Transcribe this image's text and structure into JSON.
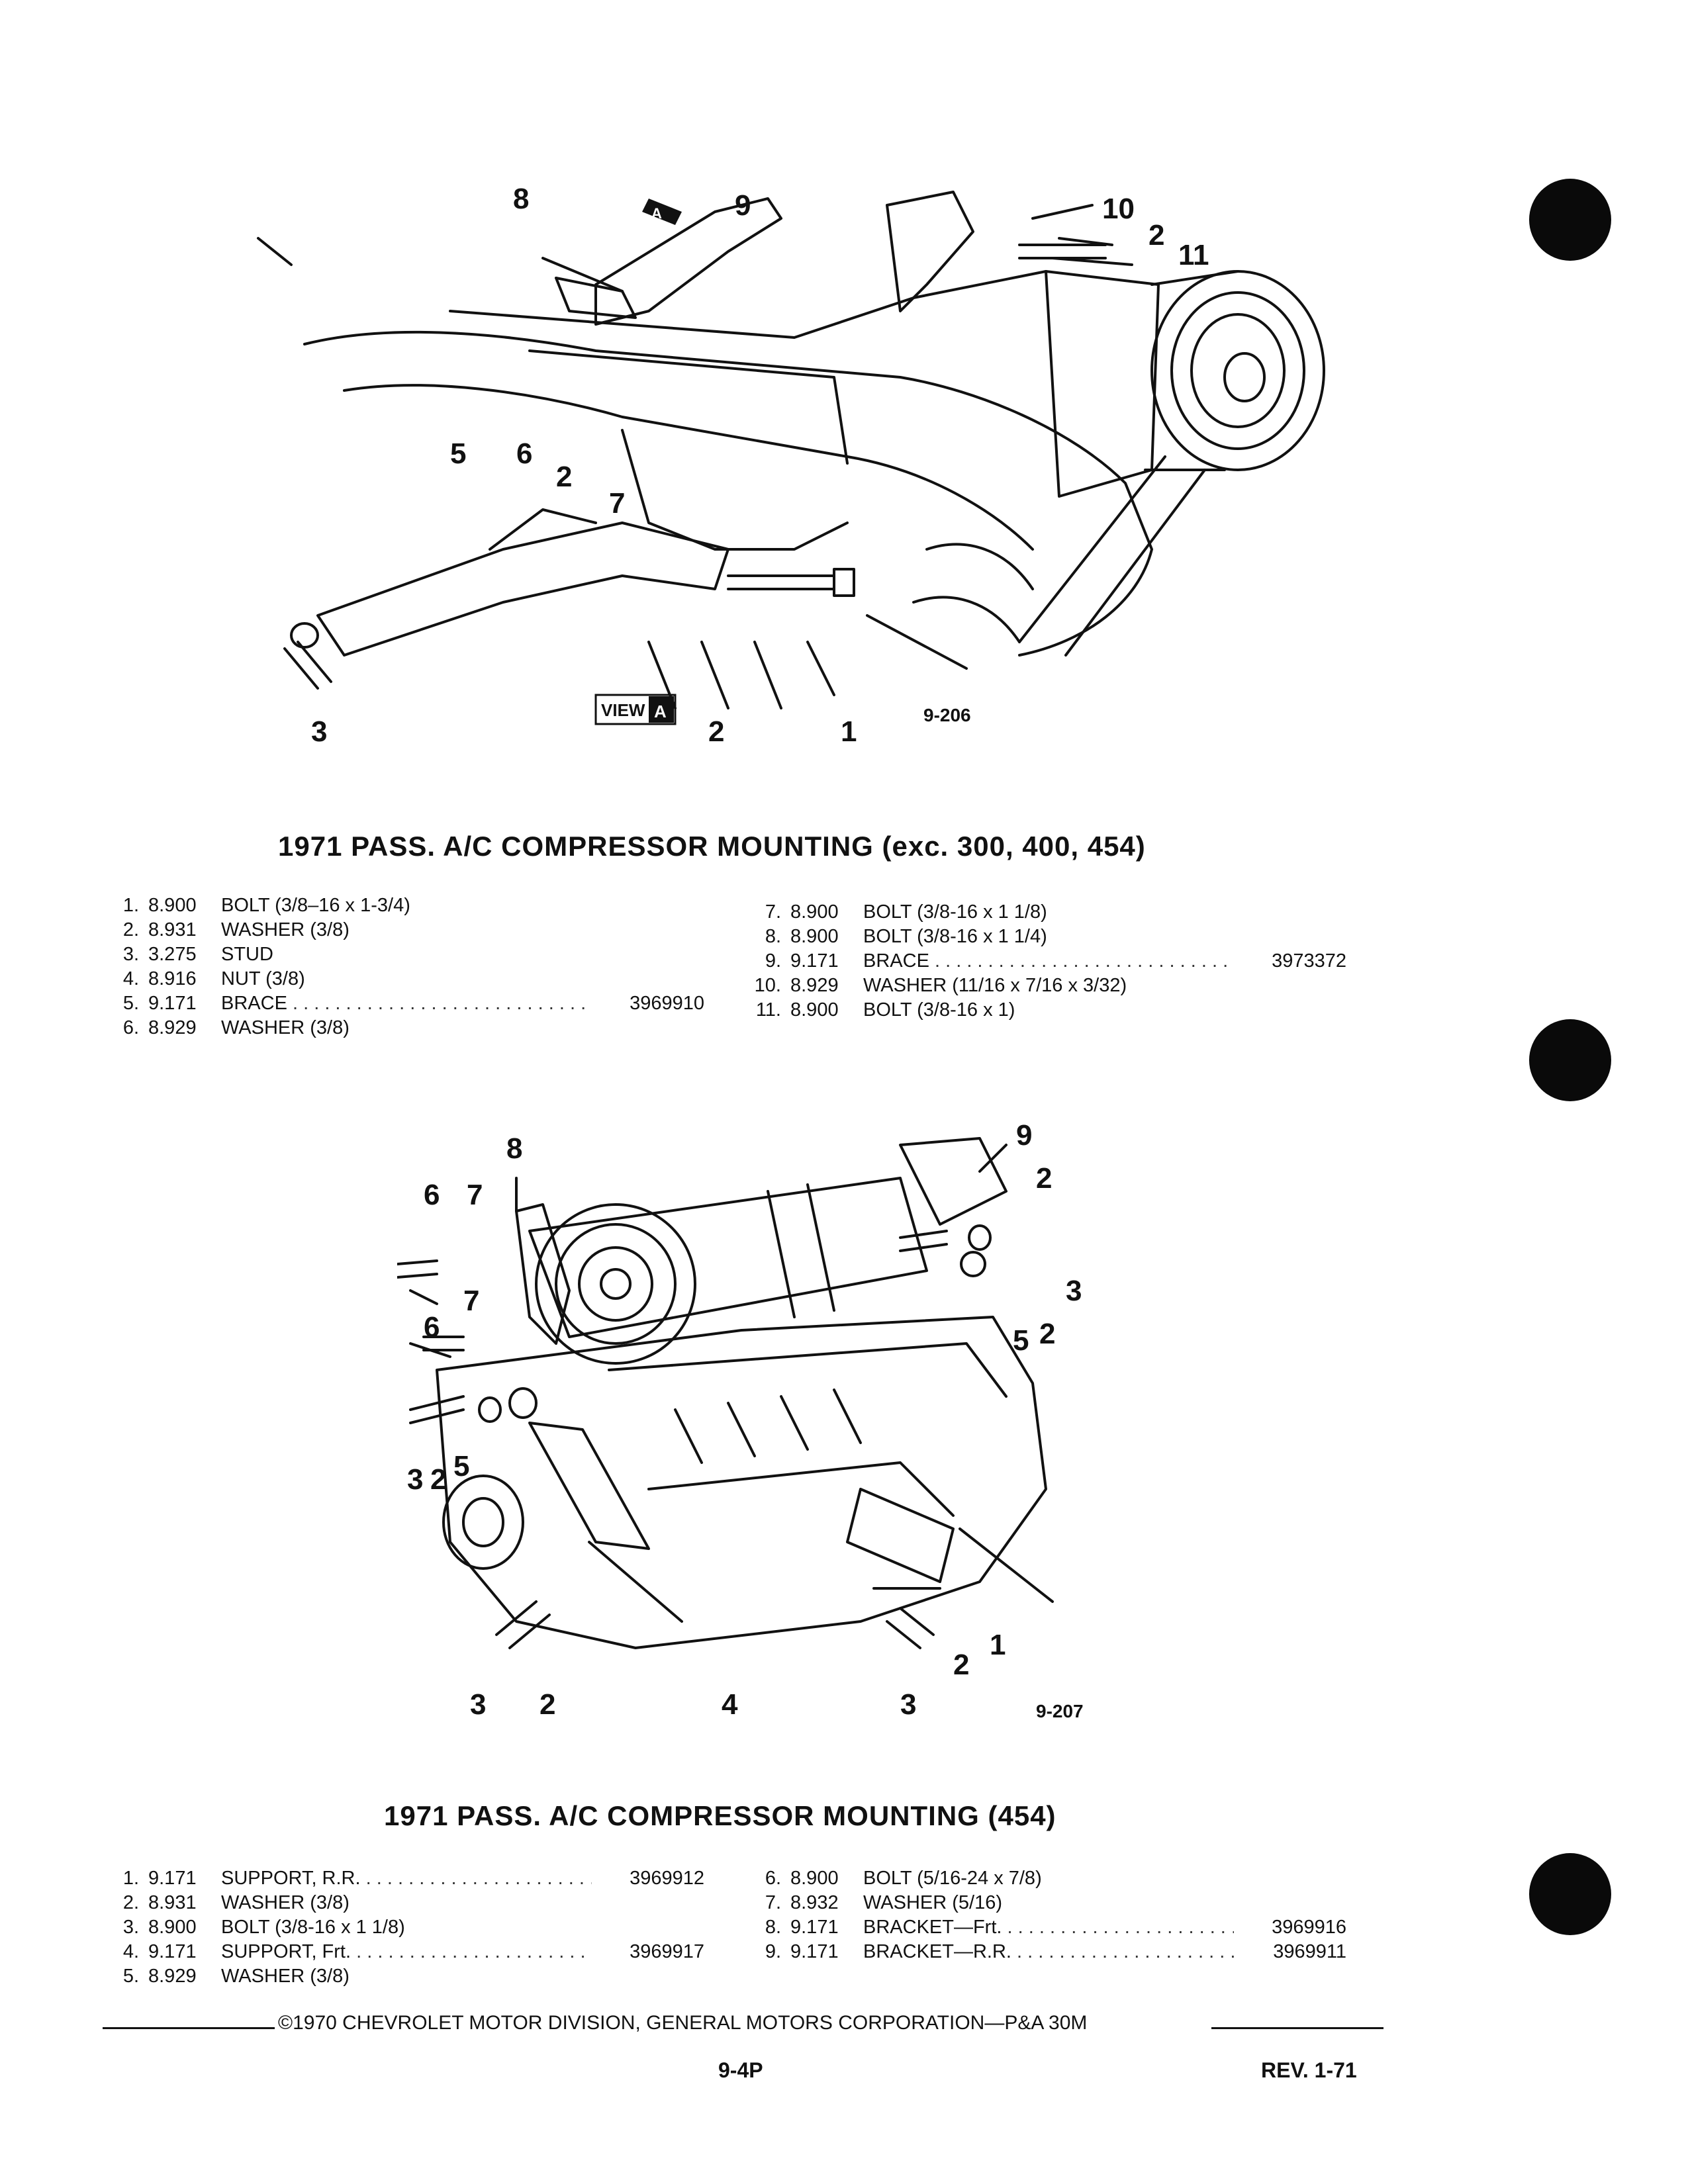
{
  "figure1": {
    "id": "9-206",
    "view_tag": "VIEW",
    "view_letter": "A",
    "arrow_letter": "A",
    "callouts": [
      "8",
      "9",
      "10",
      "2",
      "11",
      "5",
      "6",
      "2",
      "7",
      "3",
      "2",
      "1"
    ]
  },
  "section1": {
    "title": "1971 PASS. A/C COMPRESSOR MOUNTING (exc. 300, 400, 454)",
    "left": [
      {
        "num": "1.",
        "code": "8.900",
        "desc": "BOLT (3/8–16 x 1-3/4)",
        "part": ""
      },
      {
        "num": "2.",
        "code": "8.931",
        "desc": "WASHER (3/8)",
        "part": ""
      },
      {
        "num": "3.",
        "code": "3.275",
        "desc": "STUD",
        "part": ""
      },
      {
        "num": "4.",
        "code": "8.916",
        "desc": "NUT (3/8)",
        "part": ""
      },
      {
        "num": "5.",
        "code": "9.171",
        "desc": "BRACE",
        "part": "3969910"
      },
      {
        "num": "6.",
        "code": "8.929",
        "desc": "WASHER (3/8)",
        "part": ""
      }
    ],
    "right": [
      {
        "num": "7.",
        "code": "8.900",
        "desc": "BOLT (3/8-16 x 1 1/8)",
        "part": ""
      },
      {
        "num": "8.",
        "code": "8.900",
        "desc": "BOLT (3/8-16 x 1 1/4)",
        "part": ""
      },
      {
        "num": "9.",
        "code": "9.171",
        "desc": "BRACE",
        "part": "3973372"
      },
      {
        "num": "10.",
        "code": "8.929",
        "desc": "WASHER (11/16 x 7/16 x 3/32)",
        "part": ""
      },
      {
        "num": "11.",
        "code": "8.900",
        "desc": "BOLT (3/8-16 x 1)",
        "part": ""
      }
    ]
  },
  "figure2": {
    "id": "9-207",
    "callouts": [
      "8",
      "9",
      "2",
      "6",
      "7",
      "7",
      "6",
      "3",
      "5",
      "2",
      "3",
      "2",
      "5",
      "1",
      "2",
      "3",
      "2",
      "4",
      "3"
    ]
  },
  "section2": {
    "title": "1971 PASS. A/C COMPRESSOR MOUNTING (454)",
    "left": [
      {
        "num": "1.",
        "code": "9.171",
        "desc": "SUPPORT, R.R.",
        "part": "3969912"
      },
      {
        "num": "2.",
        "code": "8.931",
        "desc": "WASHER (3/8)",
        "part": ""
      },
      {
        "num": "3.",
        "code": "8.900",
        "desc": "BOLT (3/8-16 x 1 1/8)",
        "part": ""
      },
      {
        "num": "4.",
        "code": "9.171",
        "desc": "SUPPORT, Frt.",
        "part": "3969917"
      },
      {
        "num": "5.",
        "code": "8.929",
        "desc": "WASHER (3/8)",
        "part": ""
      }
    ],
    "right": [
      {
        "num": "6.",
        "code": "8.900",
        "desc": "BOLT (5/16-24 x 7/8)",
        "part": ""
      },
      {
        "num": "7.",
        "code": "8.932",
        "desc": "WASHER (5/16)",
        "part": ""
      },
      {
        "num": "8.",
        "code": "9.171",
        "desc": "BRACKET—Frt.",
        "part": "3969916"
      },
      {
        "num": "9.",
        "code": "9.171",
        "desc": "BRACKET—R.R.",
        "part": "3969911"
      }
    ]
  },
  "footer": {
    "copyright": "©1970 CHEVROLET MOTOR DIVISION, GENERAL MOTORS CORPORATION—P&A 30M",
    "page": "9-4P",
    "revision": "REV. 1-71"
  }
}
